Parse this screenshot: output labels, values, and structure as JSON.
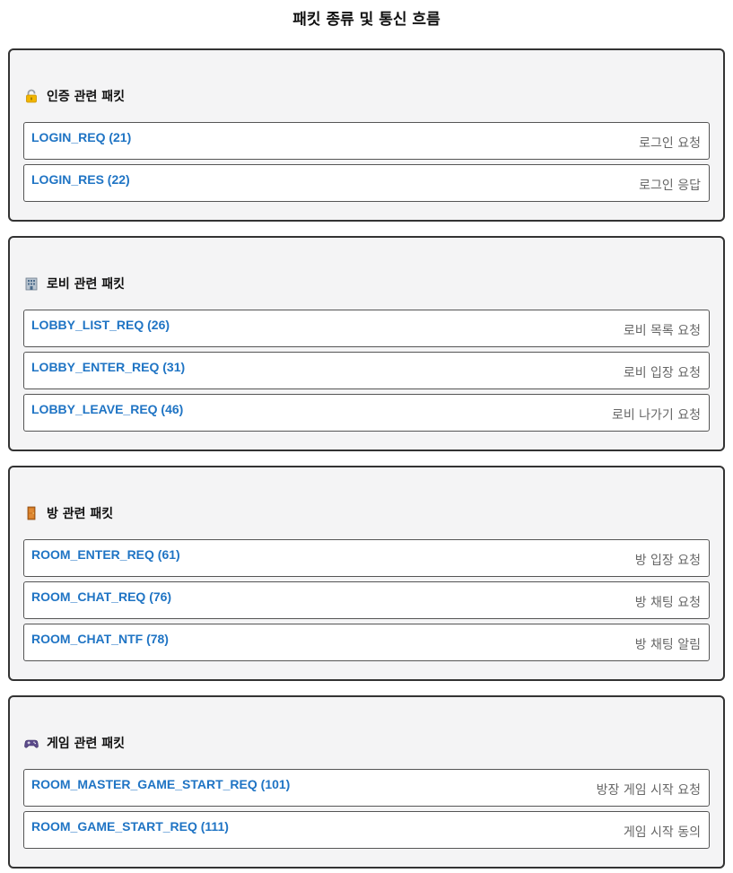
{
  "title": "패킷 종류 및 통신 흐름",
  "groups": [
    {
      "icon": "lock-icon",
      "heading": "인증 관련 패킷",
      "packets": [
        {
          "name": "LOGIN_REQ (21)",
          "desc": "로그인 요청"
        },
        {
          "name": "LOGIN_RES (22)",
          "desc": "로그인 응답"
        }
      ]
    },
    {
      "icon": "building-icon",
      "heading": "로비 관련 패킷",
      "packets": [
        {
          "name": "LOBBY_LIST_REQ (26)",
          "desc": "로비 목록 요청"
        },
        {
          "name": "LOBBY_ENTER_REQ (31)",
          "desc": "로비 입장 요청"
        },
        {
          "name": "LOBBY_LEAVE_REQ (46)",
          "desc": "로비 나가기 요청"
        }
      ]
    },
    {
      "icon": "door-icon",
      "heading": "방 관련 패킷",
      "packets": [
        {
          "name": "ROOM_ENTER_REQ (61)",
          "desc": "방 입장 요청"
        },
        {
          "name": "ROOM_CHAT_REQ (76)",
          "desc": "방 채팅 요청"
        },
        {
          "name": "ROOM_CHAT_NTF (78)",
          "desc": "방 채팅 알림"
        }
      ]
    },
    {
      "icon": "gamepad-icon",
      "heading": "게임 관련 패킷",
      "packets": [
        {
          "name": "ROOM_MASTER_GAME_START_REQ (101)",
          "desc": "방장 게임 시작 요청"
        },
        {
          "name": "ROOM_GAME_START_REQ (111)",
          "desc": "게임 시작 동의"
        }
      ]
    }
  ]
}
